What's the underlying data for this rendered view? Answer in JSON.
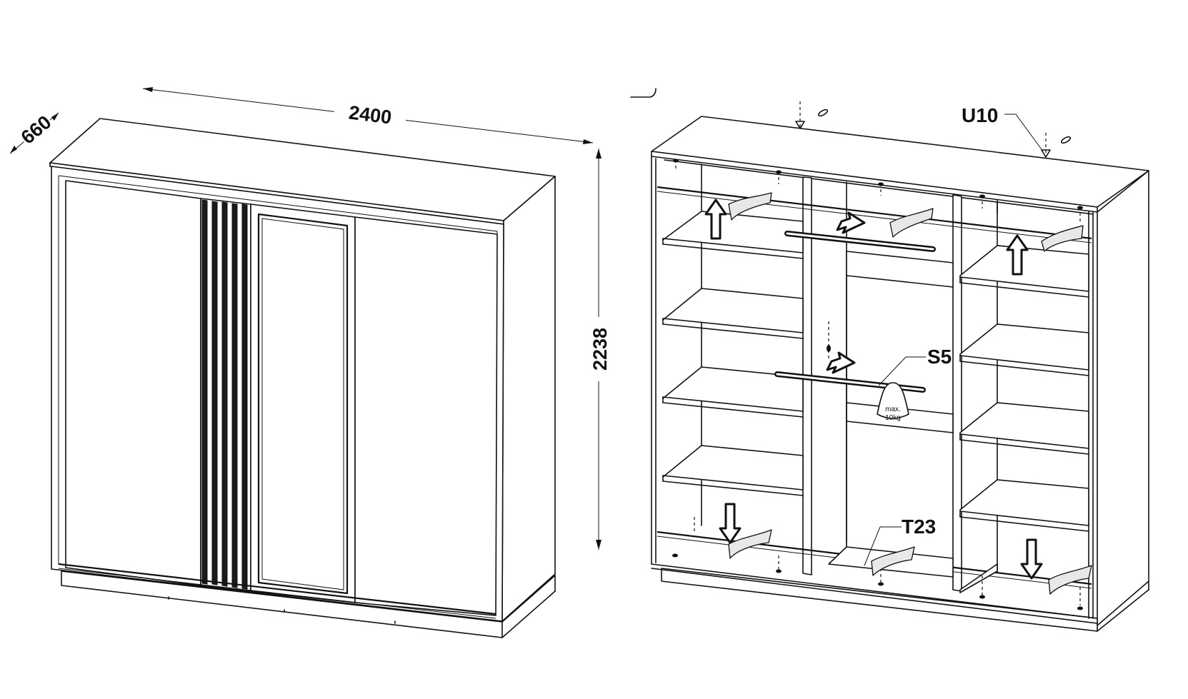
{
  "dimensions": {
    "width": "2400",
    "depth": "660",
    "height": "2238"
  },
  "part_labels": {
    "top_fastener": "U10",
    "hanging_rail": "S5",
    "door_track": "T23"
  },
  "load_marker": {
    "line1": "max.",
    "line2": "10kg"
  }
}
